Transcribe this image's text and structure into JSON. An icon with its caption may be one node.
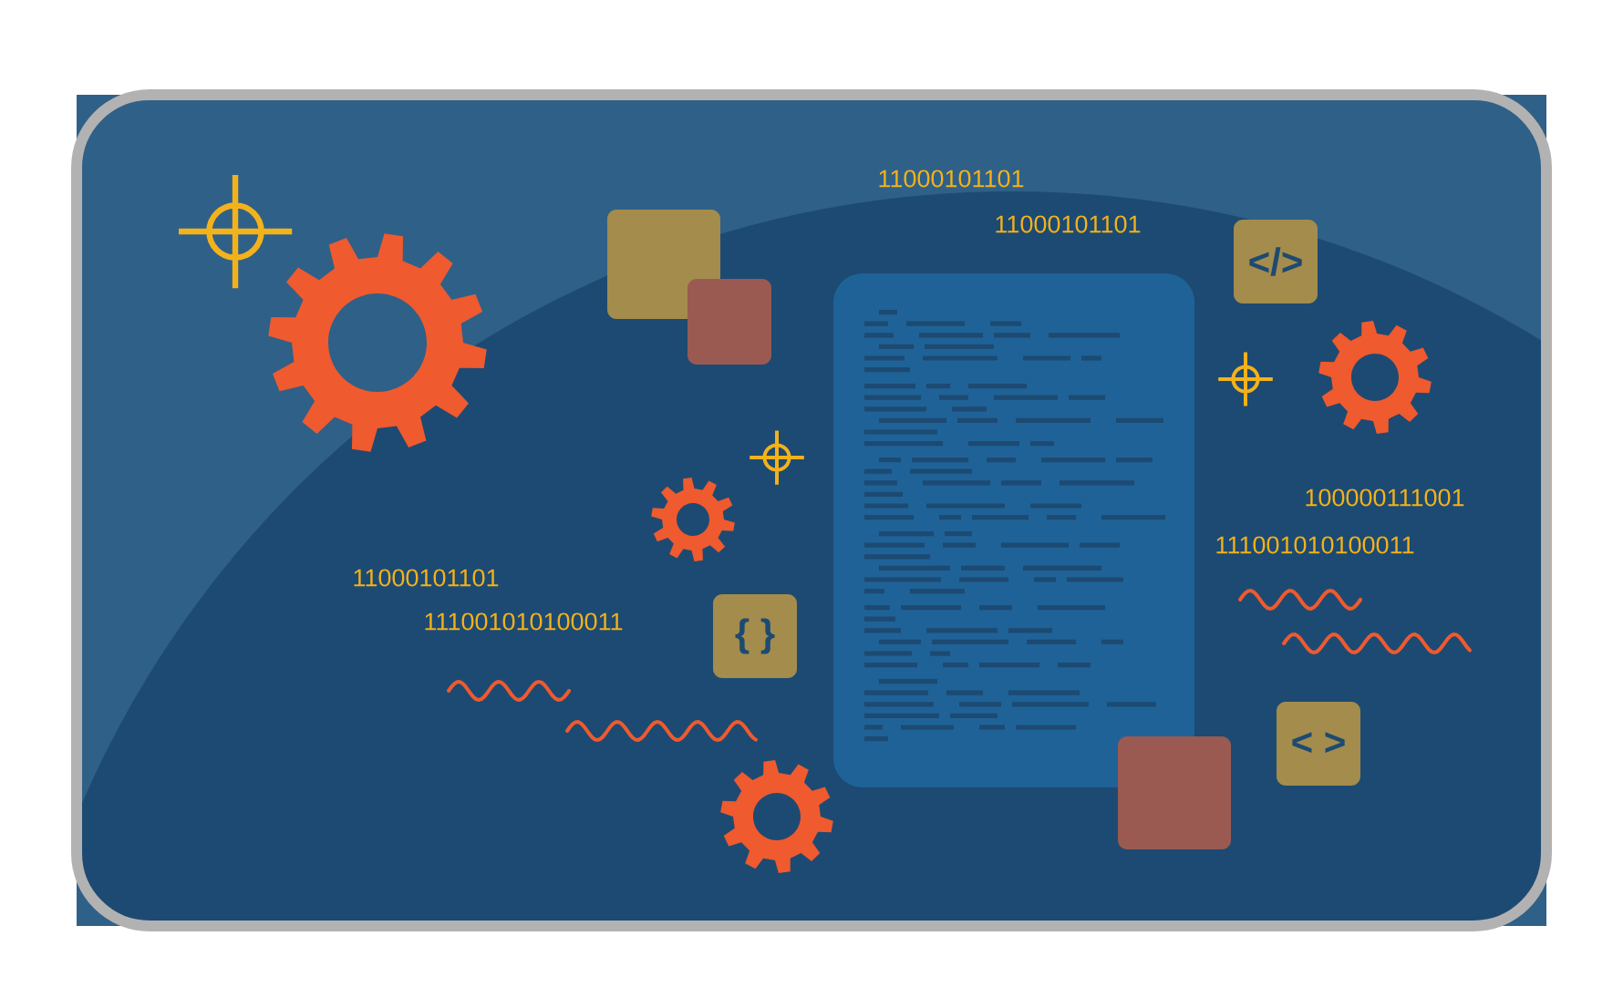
{
  "diagram": {
    "nodes": [
      {
        "text": [
          "</>"
        ]
      },
      {
        "text": [
          "{ }"
        ]
      },
      {
        "text": [
          "< >"
        ]
      }
    ],
    "labels": [
      "11000101101",
      "11000101101",
      "100000111001",
      "111001010100011",
      "11000101101",
      "111001010100011"
    ]
  }
}
